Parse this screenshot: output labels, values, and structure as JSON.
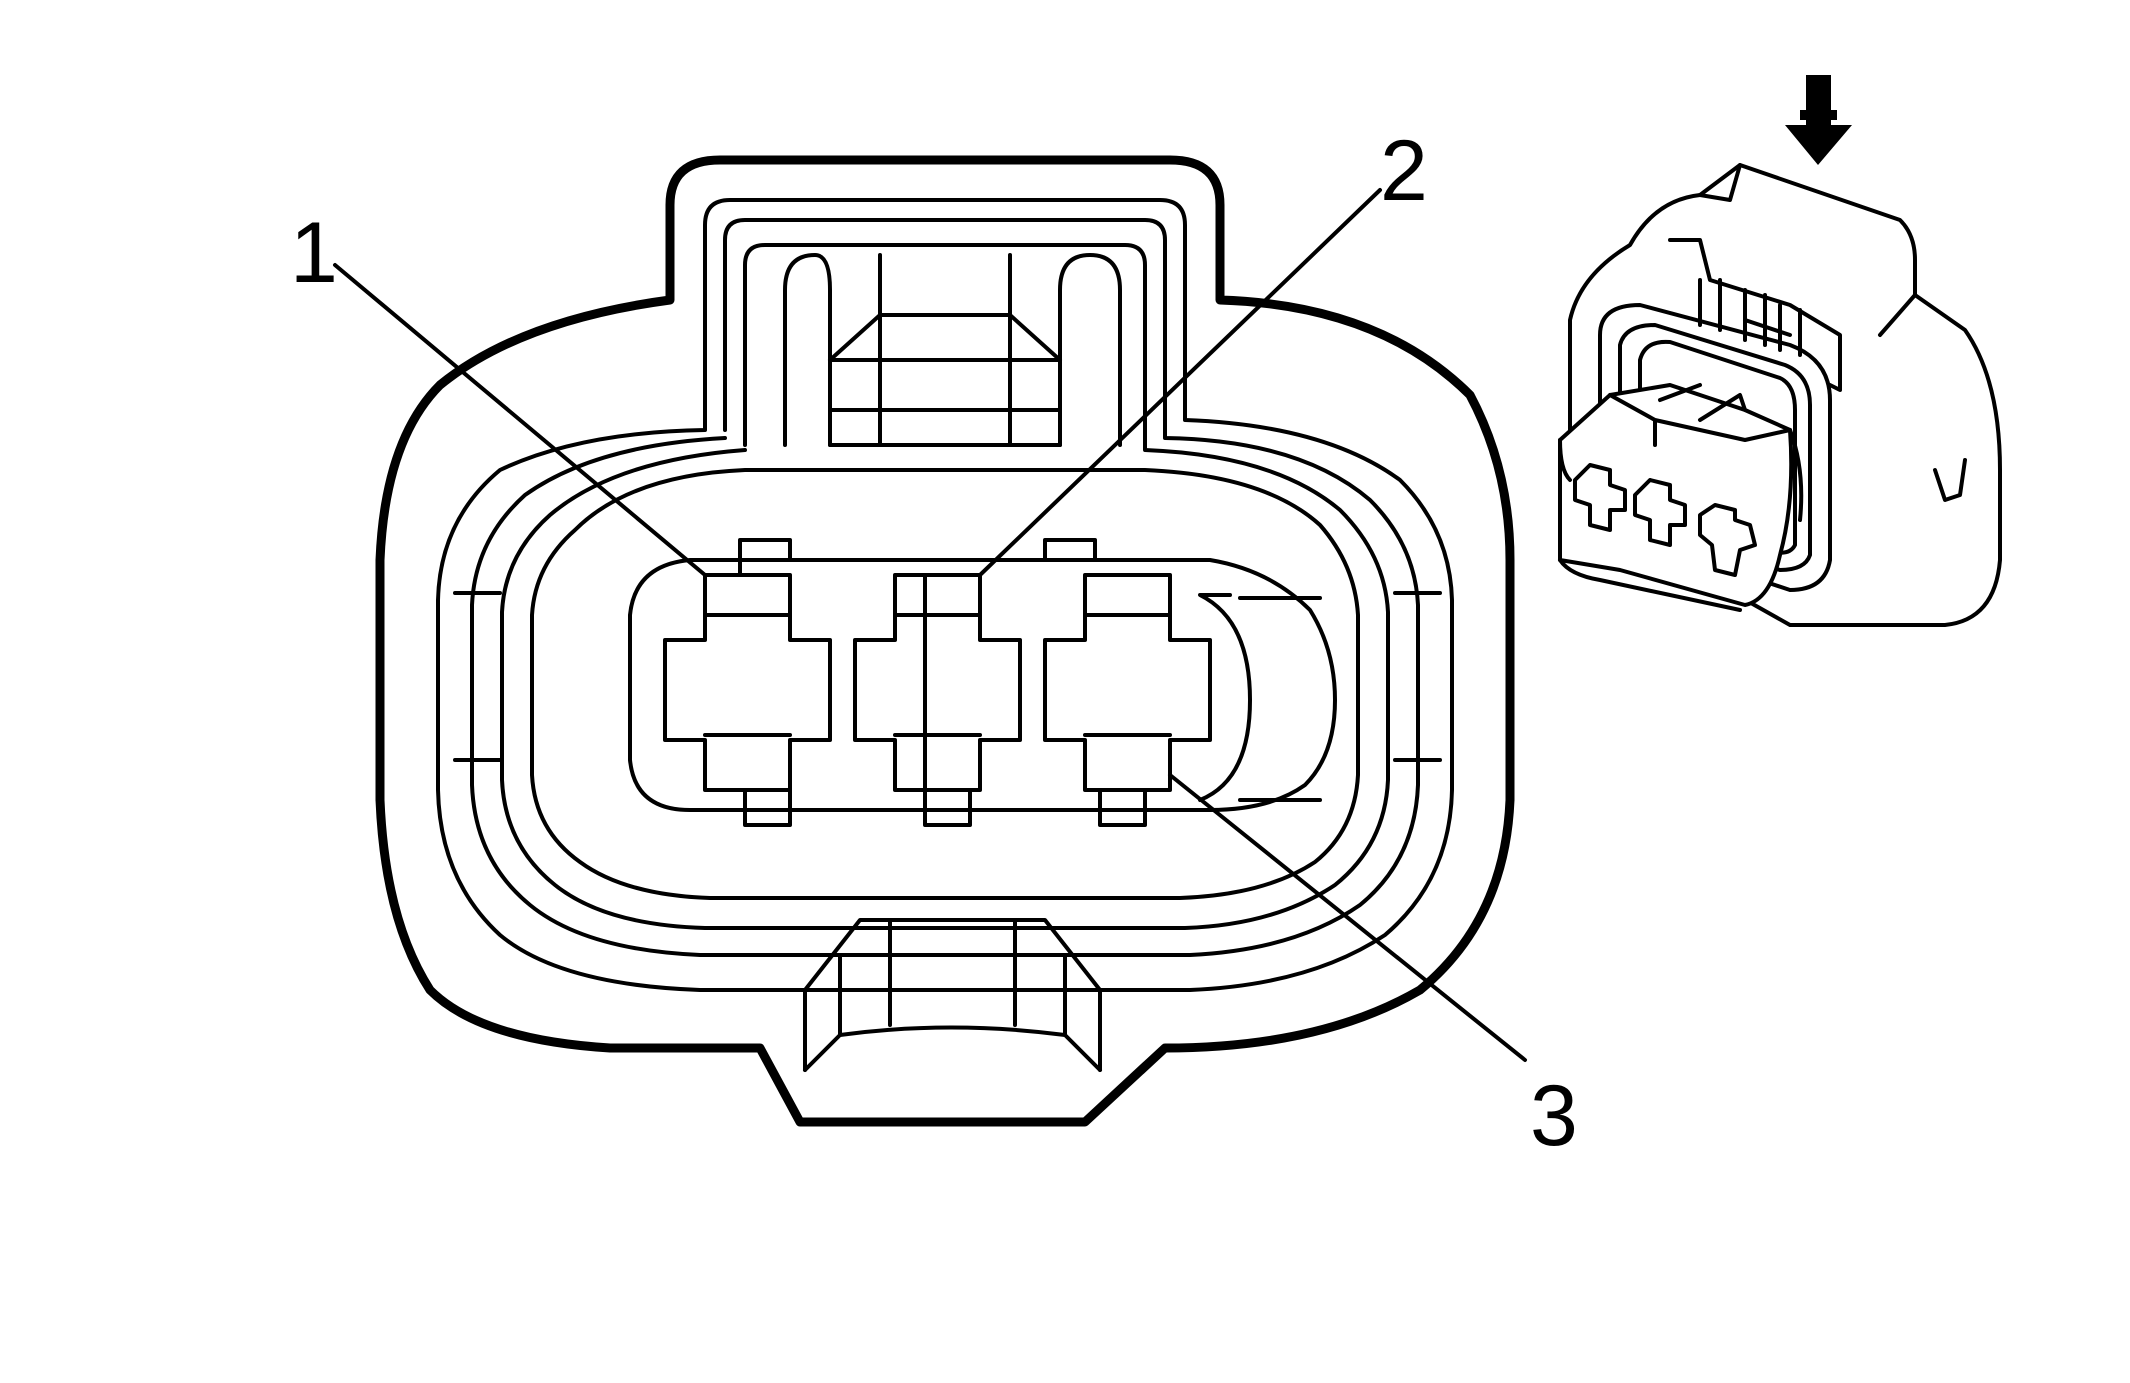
{
  "callouts": [
    {
      "id": 1,
      "label": "1"
    },
    {
      "id": 2,
      "label": "2"
    },
    {
      "id": 3,
      "label": "3"
    }
  ],
  "colors": {
    "stroke": "#000000",
    "background": "#ffffff"
  },
  "icons": [
    "down-arrow-icon"
  ]
}
